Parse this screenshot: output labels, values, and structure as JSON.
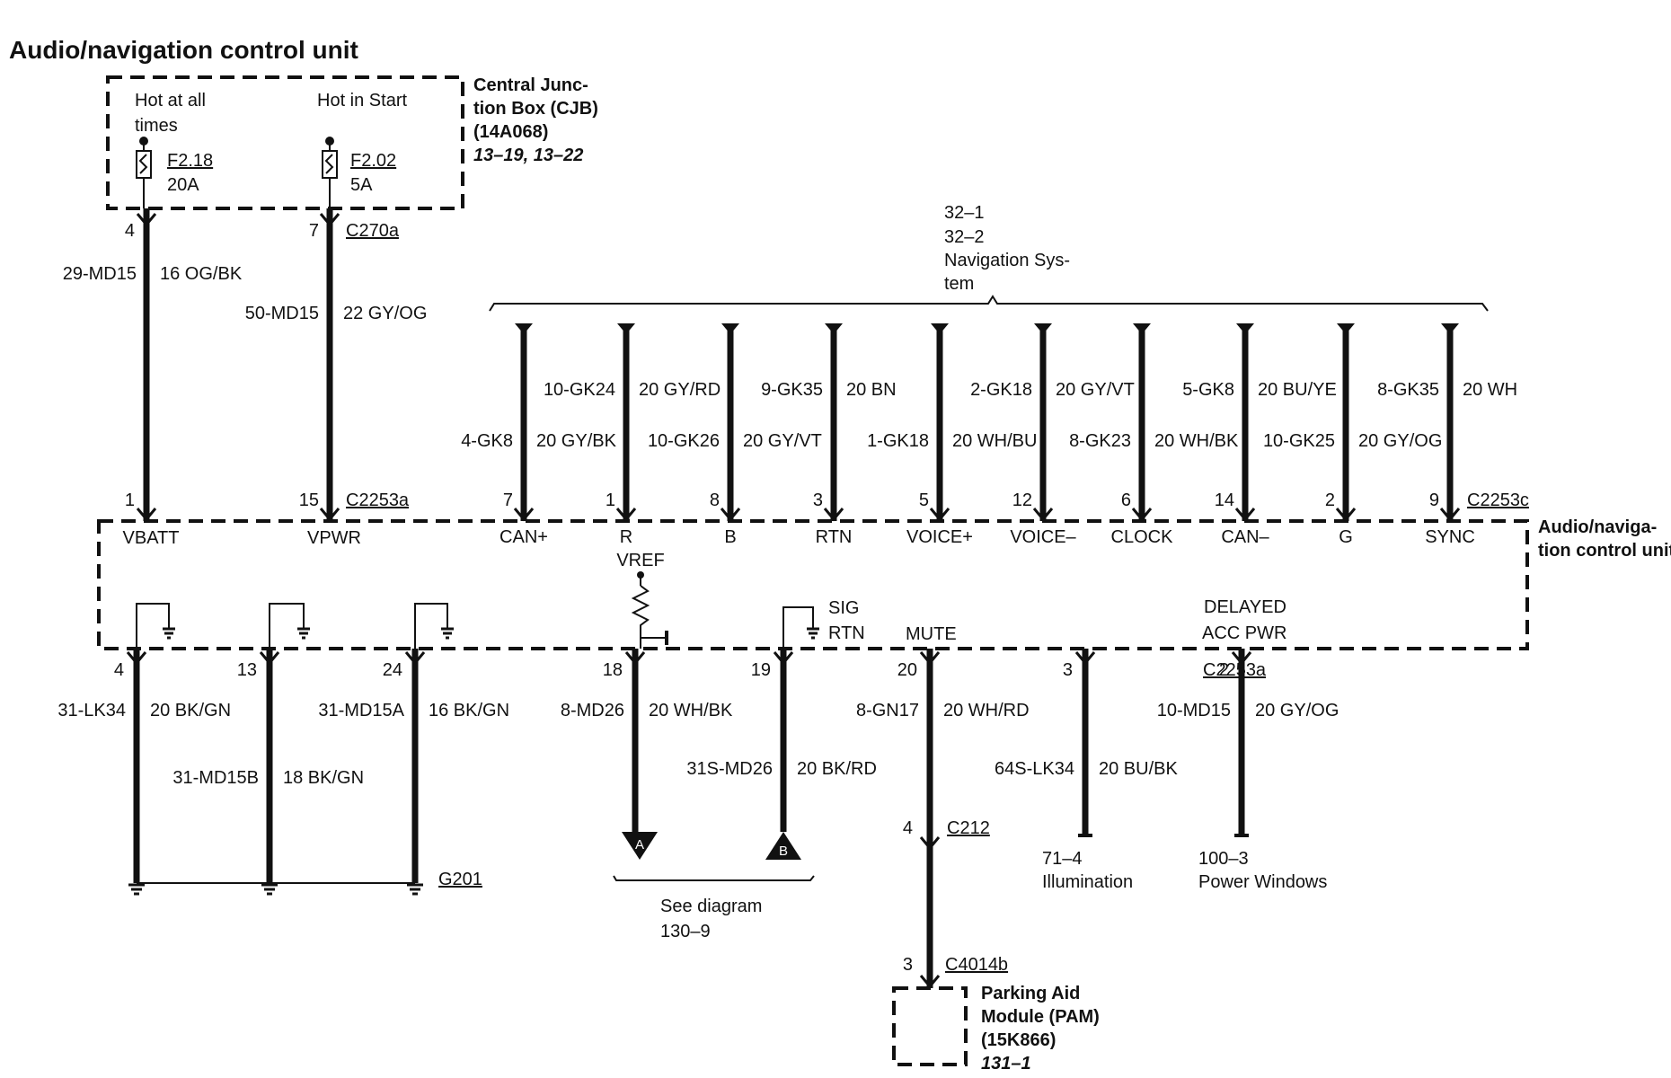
{
  "title": "Audio/navigation control unit",
  "cjb": {
    "name_lines": [
      "Central Junc-",
      "tion Box (CJB)",
      "(14A068)"
    ],
    "ref": "13–19, 13–22",
    "hot_at_all_times_lines": [
      "Hot at all",
      "times"
    ],
    "hot_in_start": "Hot in Start",
    "fuse1": {
      "id": "F2.18",
      "rating": "20A"
    },
    "fuse2": {
      "id": "F2.02",
      "rating": "5A"
    }
  },
  "nav_system": {
    "lines": [
      "32–1",
      "32–2",
      "Navigation Sys-",
      "tem"
    ]
  },
  "unit_label_lines": [
    "Audio/naviga-",
    "tion control unit"
  ],
  "top_power_wires": [
    {
      "circuit": "29-MD15",
      "color": "16 OG/BK",
      "pin_top": "4",
      "pin_bottom": "1",
      "signal": "VBATT"
    },
    {
      "circuit": "50-MD15",
      "color": "22 GY/OG",
      "pin_top": "7",
      "pin_bottom": "15",
      "signal": "VPWR"
    }
  ],
  "connectors": {
    "c270a": "C270a",
    "c2253a_top": "C2253a",
    "c2253c": "C2253c",
    "c2253a_bottom": "C2253a",
    "g201": "G201",
    "c212": "C212",
    "c4014b": "C4014b"
  },
  "nav_wires": [
    {
      "circuit": "4-GK8",
      "color": "20 GY/BK",
      "pin": "7",
      "signal": "CAN+"
    },
    {
      "circuit": "10-GK24",
      "color": "20 GY/RD",
      "pin": "1",
      "signal": "R"
    },
    {
      "circuit": "10-GK26",
      "color": "20 GY/VT",
      "pin": "8",
      "signal": "B"
    },
    {
      "circuit": "9-GK35",
      "color": "20 BN",
      "pin": "3",
      "signal": "RTN"
    },
    {
      "circuit": "1-GK18",
      "color": "20 WH/BU",
      "pin": "5",
      "signal": "VOICE+"
    },
    {
      "circuit": "2-GK18",
      "color": "20 GY/VT",
      "pin": "12",
      "signal": "VOICE–"
    },
    {
      "circuit": "8-GK23",
      "color": "20 WH/BK",
      "pin": "6",
      "signal": "CLOCK"
    },
    {
      "circuit": "5-GK8",
      "color": "20 BU/YE",
      "pin": "14",
      "signal": "CAN–"
    },
    {
      "circuit": "10-GK25",
      "color": "20 GY/OG",
      "pin": "2",
      "signal": "G"
    },
    {
      "circuit": "8-GK35",
      "color": "20 WH",
      "pin": "9",
      "signal": "SYNC"
    }
  ],
  "bottom_wires": [
    {
      "circuit": "31-LK34",
      "color": "20 BK/GN",
      "pin": "4"
    },
    {
      "circuit": "31-MD15B",
      "color": "18 BK/GN",
      "pin": "13"
    },
    {
      "circuit": "31-MD15A",
      "color": "16 BK/GN",
      "pin": "24"
    },
    {
      "circuit": "8-MD26",
      "color": "20 WH/BK",
      "pin": "18",
      "signal": "VREF"
    },
    {
      "circuit": "31S-MD26",
      "color": "20 BK/RD",
      "pin": "19",
      "signal": "SIG",
      "signal2": "RTN"
    },
    {
      "circuit": "8-GN17",
      "color": "20 WH/RD",
      "pin": "20",
      "signal": "MUTE"
    },
    {
      "circuit": "64S-LK34",
      "color": "20 BU/BK",
      "pin": "3"
    },
    {
      "circuit": "10-MD15",
      "color": "20 GY/OG",
      "pin": "2",
      "signal_lines": [
        "DELAYED",
        "ACC PWR"
      ]
    }
  ],
  "offpage": {
    "a": "A",
    "b": "B",
    "see_diagram_lines": [
      "See diagram",
      "130–9"
    ]
  },
  "destinations": {
    "illumination": {
      "ref": "71–4",
      "name": "Illumination"
    },
    "power_windows": {
      "ref": "100–3",
      "name": "Power Windows"
    }
  },
  "mute_pins": {
    "c212_pin": "4",
    "c4014b_pin": "3"
  },
  "pam": {
    "name_lines": [
      "Parking Aid",
      "Module (PAM)",
      "(15K866)"
    ],
    "ref": "131–1"
  }
}
